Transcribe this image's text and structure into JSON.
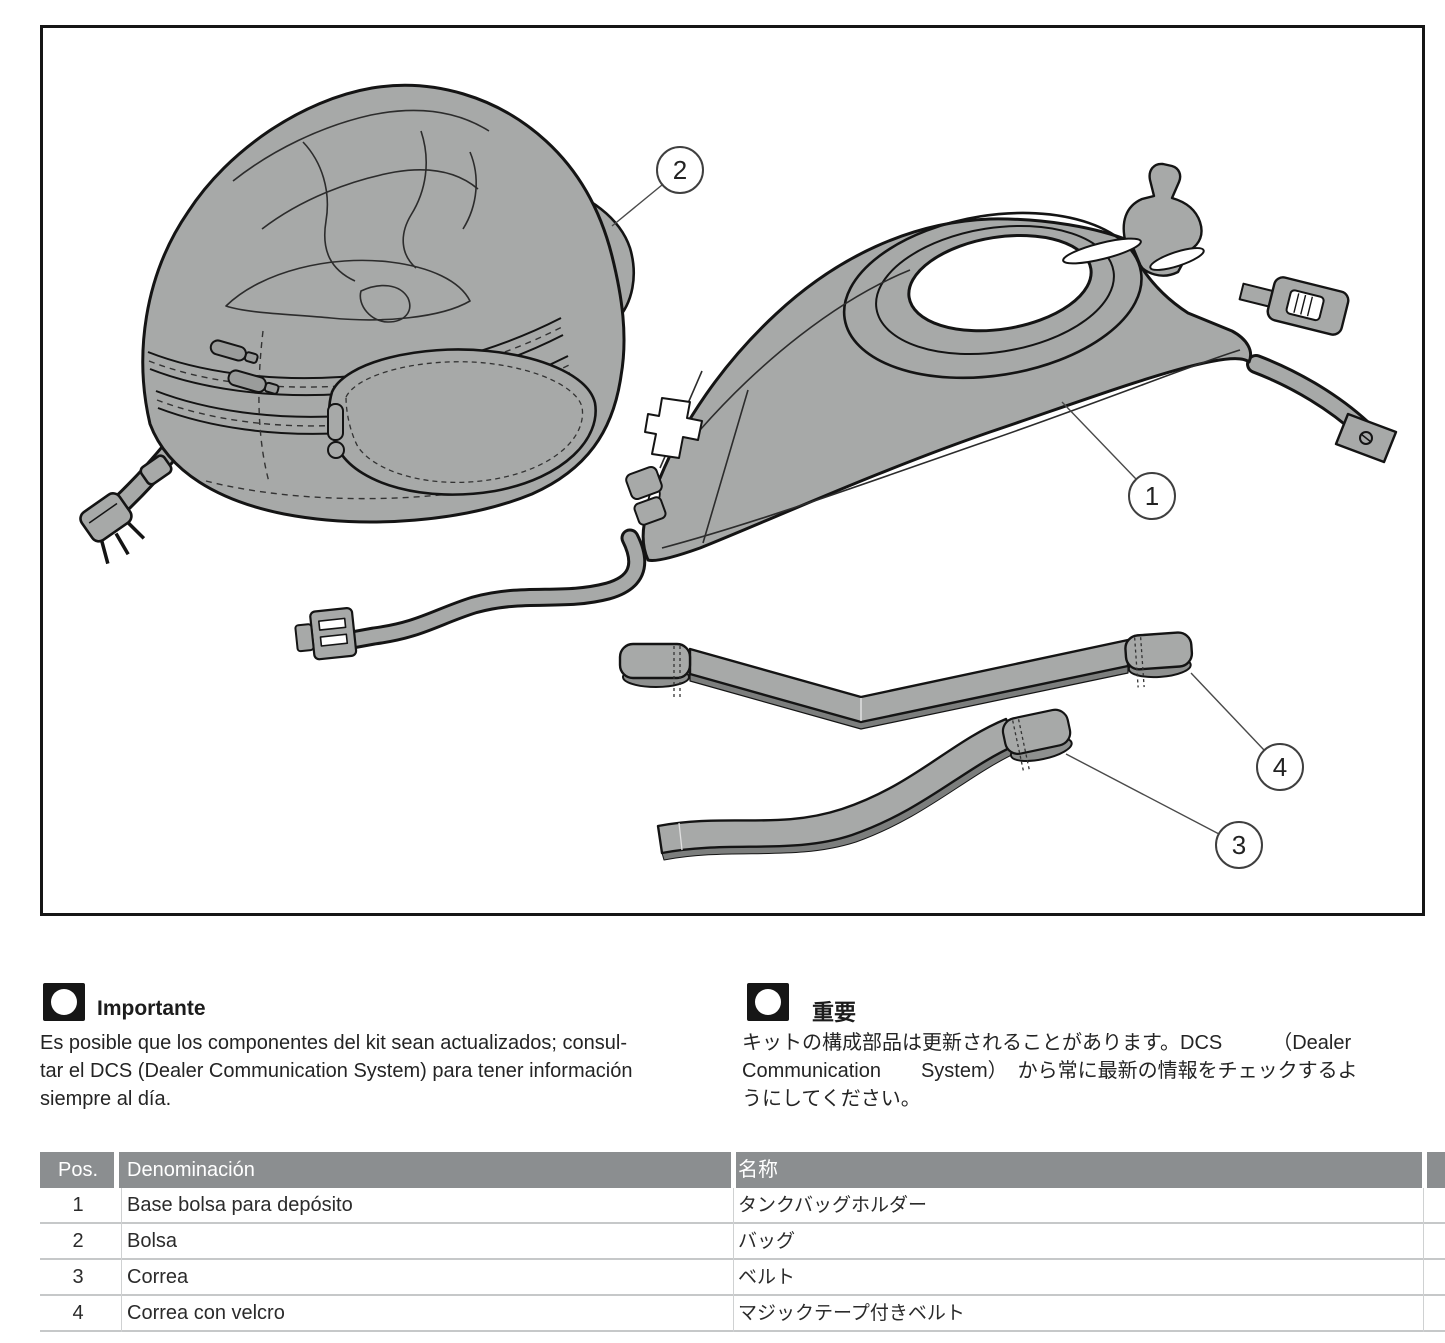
{
  "figure": {
    "callouts": {
      "c1": "1",
      "c2": "2",
      "c3": "3",
      "c4": "4"
    }
  },
  "notices": {
    "es": {
      "title": "Importante",
      "lines": [
        "Es posible que los componentes del kit sean actualizados; consul-",
        "tar el DCS (Dealer Communication System) para tener información",
        "siempre al día."
      ]
    },
    "ja": {
      "title": "重要",
      "lines": [
        "キットの構成部品は更新されることがあります。DCS　　　（Dealer",
        "Communication　　System）　から常に最新の情報をチェックするよ",
        "うにしてください。"
      ]
    }
  },
  "table": {
    "headers": {
      "pos": "Pos.",
      "denominacion": "Denominación",
      "meisho": "名称"
    },
    "rows": [
      {
        "pos": "1",
        "denominacion": "Base bolsa para depósito",
        "meisho": "タンクバッグホルダー"
      },
      {
        "pos": "2",
        "denominacion": "Bolsa",
        "meisho": "バッグ"
      },
      {
        "pos": "3",
        "denominacion": "Correa",
        "meisho": "ベルト"
      },
      {
        "pos": "4",
        "denominacion": "Correa con velcro",
        "meisho": "マジックテープ付きベルト"
      }
    ]
  },
  "colors": {
    "accent_grey": "#8b8e90",
    "part_fill": "#a7a9a8",
    "outline": "#141414"
  }
}
